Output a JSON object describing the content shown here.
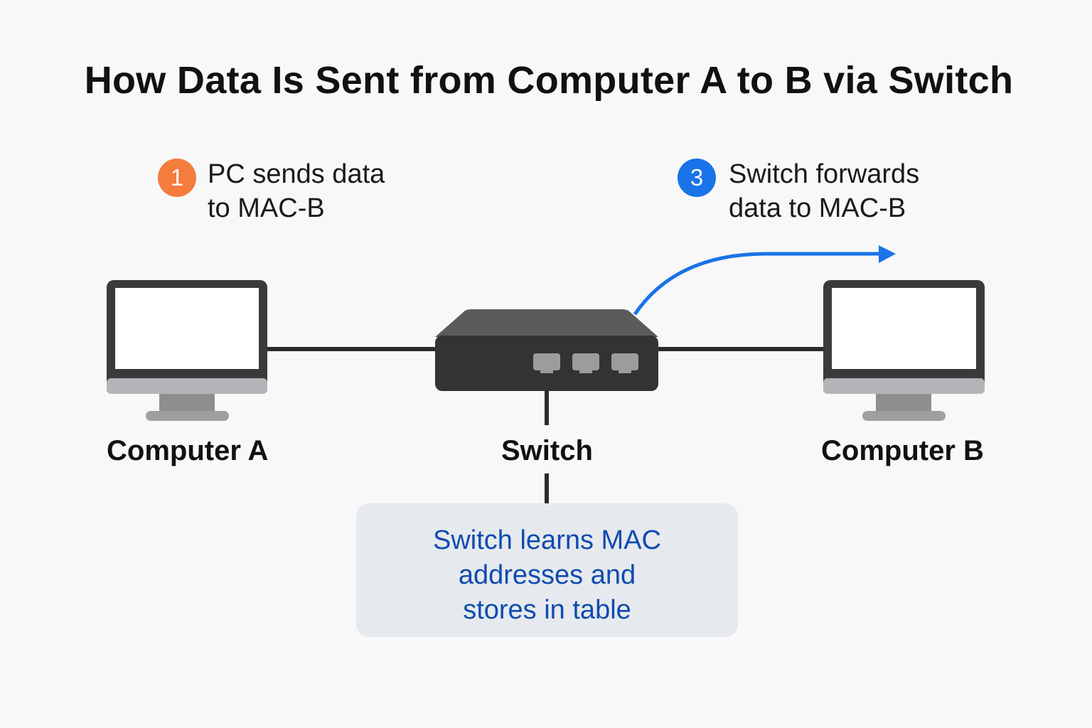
{
  "title": "How Data Is Sent from Computer A to B via Switch",
  "steps": [
    {
      "number": "1",
      "lines": [
        "PC sends data",
        "to MAC-B"
      ],
      "color": "#f47c3c"
    },
    {
      "number": "3",
      "lines": [
        "Switch forwards",
        "data to MAC-B"
      ],
      "color": "#1a73e8"
    }
  ],
  "devices": {
    "computer_a": "Computer A",
    "switch": "Switch",
    "computer_b": "Computer B"
  },
  "note": {
    "lines": [
      "Switch learns MAC",
      "addresses and",
      "stores in table"
    ]
  },
  "colors": {
    "cable": "#2b2b2b",
    "switch_body": "#3a3a3a",
    "monitor_frame": "#3a3a3a",
    "monitor_base": "#9a9a9a",
    "arrow": "#1a73e8",
    "note_bg": "#e6e9ed",
    "note_text": "#0e4bb0"
  }
}
